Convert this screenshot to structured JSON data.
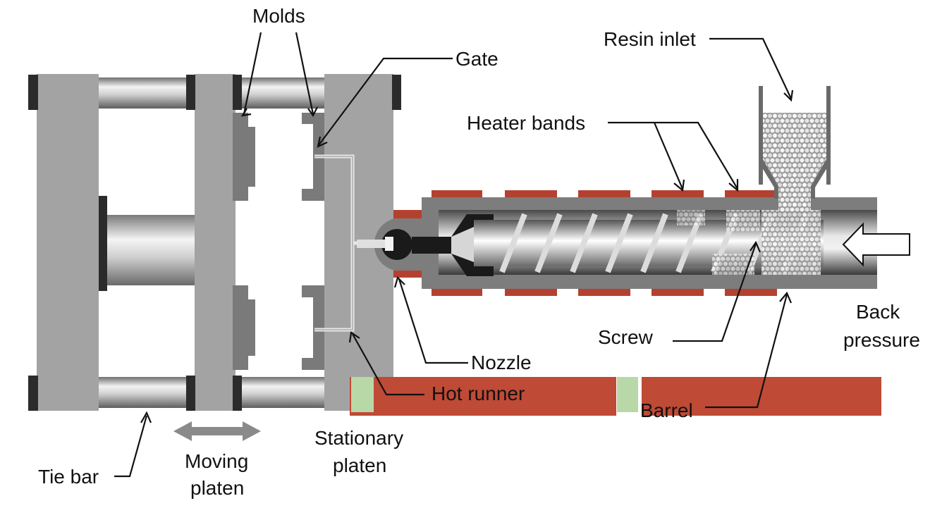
{
  "labels": {
    "molds": "Molds",
    "gate": "Gate",
    "resin_inlet": "Resin inlet",
    "heater_bands": "Heater bands",
    "back_pressure_line1": "Back",
    "back_pressure_line2": "pressure",
    "screw": "Screw",
    "nozzle": "Nozzle",
    "hot_runner": "Hot runner",
    "barrel": "Barrel",
    "stationary_platen_line1": "Stationary",
    "stationary_platen_line2": "platen",
    "moving_platen_line1": "Moving",
    "moving_platen_line2": "platen",
    "tie_bar": "Tie bar"
  },
  "colors": {
    "platen_gray": "#a3a3a3",
    "mold_dark_gray": "#7a7a7a",
    "bar_end_black": "#2b2b2b",
    "heater_red": "#b4412f",
    "base_red": "#bf4a36",
    "green_block": "#b8d8a8",
    "pellet_white": "#f2f2f2",
    "arrow_gray": "#8a8a8a"
  }
}
